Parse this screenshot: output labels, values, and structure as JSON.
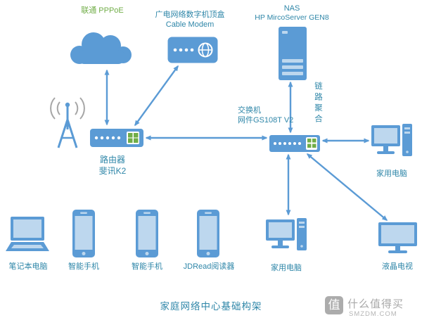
{
  "title": "家庭网络中心基础构架",
  "colors": {
    "icon_blue": "#5B9BD5",
    "icon_light": "#BDD7EE",
    "accent_green": "#70AD47",
    "label_teal": "#2E86A8",
    "arrow_blue": "#5B9BD5",
    "wave_gray": "#A6A6A6",
    "watermark_gray": "#ACACAC"
  },
  "nodes": {
    "isp": {
      "label": "联通 PPPoE"
    },
    "modem": {
      "label_cn": "广电网络数字机顶盒",
      "label_en": "Cable Modem"
    },
    "nas": {
      "line1": "NAS",
      "line2": "HP MircoServer GEN8"
    },
    "router": {
      "line1": "路由器",
      "line2": "斐讯K2"
    },
    "switch": {
      "line1": "交换机",
      "line2": "网件GS108T V2"
    },
    "link_aggregation": {
      "label": "链路聚合"
    },
    "pc_right": {
      "label": "家用电脑"
    },
    "laptop": {
      "label": "笔记本电脑"
    },
    "phone_1": {
      "label": "智能手机"
    },
    "phone_2": {
      "label": "智能手机"
    },
    "ereader": {
      "label": "JDRead阅读器"
    },
    "pc_bottom": {
      "label": "家用电脑"
    },
    "tv": {
      "label": "液晶电视"
    }
  },
  "edges": [
    {
      "from": "isp-cloud",
      "to": "router"
    },
    {
      "from": "cable-modem",
      "to": "router"
    },
    {
      "from": "router",
      "to": "switch"
    },
    {
      "from": "switch",
      "to": "nas",
      "label": "链路聚合"
    },
    {
      "from": "switch",
      "to": "pc-right"
    },
    {
      "from": "switch",
      "to": "pc-bottom"
    },
    {
      "from": "switch",
      "to": "tv"
    }
  ],
  "watermark": {
    "logo": "值",
    "name": "什么值得买",
    "site": "SMZDM.COM"
  }
}
